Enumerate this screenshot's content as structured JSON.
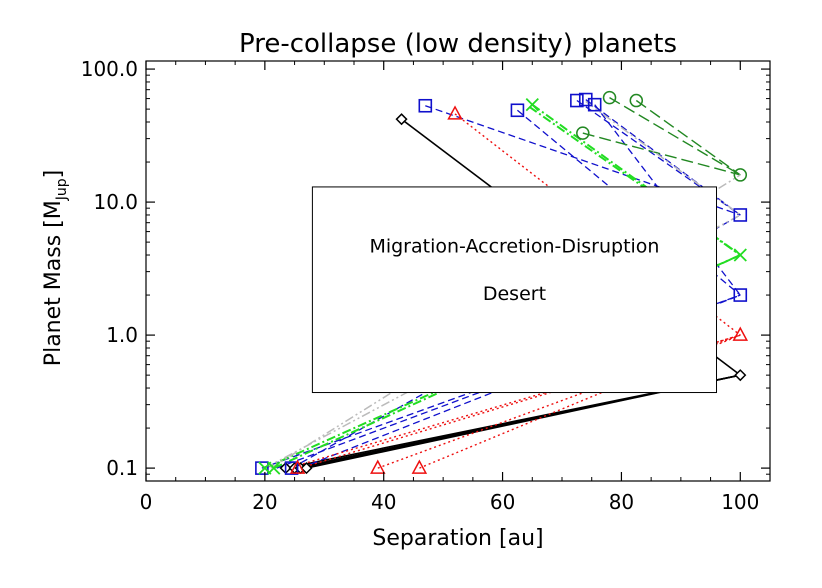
{
  "chart_data": {
    "type": "line",
    "title": "Pre-collapse (low density) planets",
    "xlabel": "Separation [au]",
    "ylabel_main": "Planet Mass [M",
    "ylabel_sub": "Jup",
    "ylabel_end": "]",
    "xlim": [
      0,
      105
    ],
    "ylim": [
      0.08,
      115
    ],
    "yscale": "log",
    "xticks": [
      0,
      20,
      40,
      60,
      80,
      100
    ],
    "xtick_labels": [
      "0",
      "20",
      "40",
      "60",
      "80",
      "100"
    ],
    "yticks": [
      0.1,
      1,
      10,
      100
    ],
    "ytick_labels": [
      "0.1",
      "1.0",
      "10.0",
      "100.0"
    ],
    "annotation": {
      "line1": "Migration-Accretion-Disruption",
      "line2": "Desert",
      "box_x": [
        28,
        96
      ],
      "box_y": [
        0.37,
        13
      ]
    },
    "colors": {
      "black": "#000000",
      "blue": "#1010cc",
      "red": "#ee1010",
      "lime": "#22dd22",
      "green": "#228822",
      "gray": "#bbbbbb"
    },
    "series": [
      {
        "group": "black",
        "color": "#000000",
        "dash": "",
        "width": 1.6,
        "x": [
          43,
          100
        ],
        "y": [
          42,
          0.5
        ],
        "marker_end": true
      },
      {
        "group": "black",
        "color": "#000000",
        "dash": "",
        "width": 1.6,
        "x": [
          23.5,
          100
        ],
        "y": [
          0.1,
          0.5
        ]
      },
      {
        "group": "black",
        "color": "#000000",
        "dash": "",
        "width": 1.6,
        "x": [
          25,
          100
        ],
        "y": [
          0.1,
          0.5
        ]
      },
      {
        "group": "black",
        "color": "#000000",
        "dash": "",
        "width": 1.6,
        "x": [
          26,
          100
        ],
        "y": [
          0.1,
          0.5
        ]
      },
      {
        "group": "black",
        "color": "#000000",
        "dash": "",
        "width": 1.6,
        "x": [
          27,
          100
        ],
        "y": [
          0.1,
          0.5
        ]
      },
      {
        "group": "blue",
        "color": "#1010cc",
        "dash": "7,4",
        "width": 1.3,
        "x": [
          47,
          100
        ],
        "y": [
          53,
          8
        ]
      },
      {
        "group": "blue",
        "color": "#1010cc",
        "dash": "7,4",
        "width": 1.3,
        "x": [
          62.5,
          100
        ],
        "y": [
          49,
          2
        ]
      },
      {
        "group": "blue",
        "color": "#1010cc",
        "dash": "7,4",
        "width": 1.3,
        "x": [
          72.5,
          100
        ],
        "y": [
          58,
          8
        ]
      },
      {
        "group": "blue",
        "color": "#1010cc",
        "dash": "7,4",
        "width": 1.3,
        "x": [
          74,
          100
        ],
        "y": [
          59,
          8
        ]
      },
      {
        "group": "blue",
        "color": "#1010cc",
        "dash": "7,4",
        "width": 1.3,
        "x": [
          75.5,
          100
        ],
        "y": [
          54,
          2
        ]
      },
      {
        "group": "blue",
        "color": "#1010cc",
        "dash": "7,4",
        "width": 1.3,
        "x": [
          19.5,
          100
        ],
        "y": [
          0.1,
          2
        ]
      },
      {
        "group": "blue",
        "color": "#1010cc",
        "dash": "7,4",
        "width": 1.3,
        "x": [
          22,
          100
        ],
        "y": [
          0.1,
          2
        ]
      },
      {
        "group": "blue",
        "color": "#1010cc",
        "dash": "7,4",
        "width": 1.3,
        "x": [
          24.5,
          100
        ],
        "y": [
          0.1,
          8
        ]
      },
      {
        "group": "blue",
        "color": "#1010cc",
        "dash": "7,4",
        "width": 1.3,
        "x": [
          26,
          100
        ],
        "y": [
          0.1,
          2
        ]
      },
      {
        "group": "red",
        "color": "#ee1010",
        "dash": "2,3",
        "width": 1.4,
        "x": [
          52,
          100
        ],
        "y": [
          46,
          1
        ]
      },
      {
        "group": "red",
        "color": "#ee1010",
        "dash": "2,3",
        "width": 1.4,
        "x": [
          39,
          100
        ],
        "y": [
          0.1,
          1
        ]
      },
      {
        "group": "red",
        "color": "#ee1010",
        "dash": "2,3",
        "width": 1.4,
        "x": [
          46,
          100
        ],
        "y": [
          0.1,
          1
        ]
      },
      {
        "group": "red",
        "color": "#ee1010",
        "dash": "2,3",
        "width": 1.4,
        "x": [
          26,
          100
        ],
        "y": [
          0.1,
          1
        ]
      },
      {
        "group": "red",
        "color": "#ee1010",
        "dash": "2,3",
        "width": 1.4,
        "x": [
          24,
          100
        ],
        "y": [
          0.1,
          1
        ]
      },
      {
        "group": "lime",
        "color": "#22dd22",
        "dash": "9,3,2,3",
        "width": 2.0,
        "x": [
          65,
          100
        ],
        "y": [
          54,
          4
        ]
      },
      {
        "group": "lime",
        "color": "#22dd22",
        "dash": "9,3,2,3",
        "width": 2.0,
        "x": [
          64.5,
          100
        ],
        "y": [
          52,
          4
        ]
      },
      {
        "group": "lime",
        "color": "#22dd22",
        "dash": "9,3,2,3",
        "width": 2.0,
        "x": [
          20,
          100
        ],
        "y": [
          0.1,
          4
        ]
      },
      {
        "group": "lime",
        "color": "#22dd22",
        "dash": "9,3,2,3",
        "width": 2.0,
        "x": [
          21.5,
          100
        ],
        "y": [
          0.1,
          4
        ]
      },
      {
        "group": "green",
        "color": "#228822",
        "dash": "12,5",
        "width": 1.4,
        "x": [
          78,
          100
        ],
        "y": [
          61,
          16
        ]
      },
      {
        "group": "green",
        "color": "#228822",
        "dash": "12,5",
        "width": 1.4,
        "x": [
          82.5,
          100
        ],
        "y": [
          58,
          16
        ]
      },
      {
        "group": "green",
        "color": "#228822",
        "dash": "12,5",
        "width": 1.4,
        "x": [
          73.5,
          100
        ],
        "y": [
          33,
          16
        ]
      },
      {
        "group": "gray",
        "color": "#bbbbbb",
        "dash": "9,3,2,3,2,3",
        "width": 1.5,
        "x": [
          74,
          100
        ],
        "y": [
          57,
          8
        ]
      },
      {
        "group": "gray",
        "color": "#bbbbbb",
        "dash": "9,3,2,3,2,3",
        "width": 1.5,
        "x": [
          20,
          100
        ],
        "y": [
          0.1,
          8
        ]
      },
      {
        "group": "gray",
        "color": "#bbbbbb",
        "dash": "9,3,2,3,2,3",
        "width": 1.5,
        "x": [
          21,
          100
        ],
        "y": [
          0.1,
          16
        ]
      }
    ],
    "markers": [
      {
        "shape": "diamond",
        "color": "#000000",
        "x": 43,
        "y": 42
      },
      {
        "shape": "diamond",
        "color": "#000000",
        "x": 100,
        "y": 0.5
      },
      {
        "shape": "diamond",
        "color": "#000000",
        "x": 23.5,
        "y": 0.1
      },
      {
        "shape": "diamond",
        "color": "#000000",
        "x": 25,
        "y": 0.1
      },
      {
        "shape": "diamond",
        "color": "#000000",
        "x": 26,
        "y": 0.1
      },
      {
        "shape": "diamond",
        "color": "#000000",
        "x": 27,
        "y": 0.1
      },
      {
        "shape": "square",
        "color": "#1010cc",
        "x": 47,
        "y": 53
      },
      {
        "shape": "square",
        "color": "#1010cc",
        "x": 62.5,
        "y": 49
      },
      {
        "shape": "square",
        "color": "#1010cc",
        "x": 72.5,
        "y": 58
      },
      {
        "shape": "square",
        "color": "#1010cc",
        "x": 74,
        "y": 59
      },
      {
        "shape": "square",
        "color": "#1010cc",
        "x": 75.5,
        "y": 54
      },
      {
        "shape": "square",
        "color": "#1010cc",
        "x": 100,
        "y": 8
      },
      {
        "shape": "square",
        "color": "#1010cc",
        "x": 100,
        "y": 2
      },
      {
        "shape": "square",
        "color": "#1010cc",
        "x": 19.5,
        "y": 0.1
      },
      {
        "shape": "square",
        "color": "#1010cc",
        "x": 24.5,
        "y": 0.1
      },
      {
        "shape": "triangle",
        "color": "#ee1010",
        "x": 52,
        "y": 46
      },
      {
        "shape": "triangle",
        "color": "#ee1010",
        "x": 100,
        "y": 1
      },
      {
        "shape": "triangle",
        "color": "#ee1010",
        "x": 39,
        "y": 0.1
      },
      {
        "shape": "triangle",
        "color": "#ee1010",
        "x": 46,
        "y": 0.1
      },
      {
        "shape": "triangle",
        "color": "#ee1010",
        "x": 25.5,
        "y": 0.1
      },
      {
        "shape": "cross",
        "color": "#22dd22",
        "x": 65,
        "y": 54
      },
      {
        "shape": "cross",
        "color": "#22dd22",
        "x": 100,
        "y": 4
      },
      {
        "shape": "cross",
        "color": "#22dd22",
        "x": 20,
        "y": 0.1
      },
      {
        "shape": "cross",
        "color": "#22dd22",
        "x": 21.5,
        "y": 0.1
      },
      {
        "shape": "circle",
        "color": "#228822",
        "x": 78,
        "y": 61
      },
      {
        "shape": "circle",
        "color": "#228822",
        "x": 82.5,
        "y": 58
      },
      {
        "shape": "circle",
        "color": "#228822",
        "x": 73.5,
        "y": 33
      },
      {
        "shape": "circle",
        "color": "#228822",
        "x": 100,
        "y": 16
      }
    ]
  }
}
